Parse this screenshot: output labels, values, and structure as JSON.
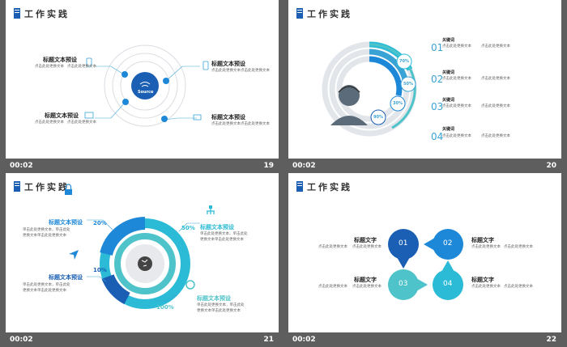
{
  "header_title": "工作实践",
  "clock": "00:02",
  "slides": [
    {
      "number": "19",
      "center_label": "Source",
      "items": [
        {
          "title": "标题文本预设",
          "desc1": "点击此处更换文本",
          "desc2": "点击此处更换文本"
        },
        {
          "title": "标题文本预设",
          "desc1": "点击此处更换文本",
          "desc2": "点击此处更换文本"
        },
        {
          "title": "标题文本预设",
          "desc1": "点击此处更换文本",
          "desc2": "点击此处更换文本"
        },
        {
          "title": "标题文本预设",
          "desc1": "点击此处更换文本",
          "desc2": "点击此处更换文本"
        }
      ]
    },
    {
      "number": "20",
      "rings": [
        "70%",
        "50%",
        "30%",
        "90%"
      ],
      "items": [
        {
          "num": "01",
          "title": "关键词",
          "desc": "点击此处更换文本",
          "desc2": "点击此处更换文本"
        },
        {
          "num": "02",
          "title": "关键词",
          "desc": "点击此处更换文本",
          "desc2": "点击此处更换文本"
        },
        {
          "num": "03",
          "title": "关键词",
          "desc": "点击此处更换文本",
          "desc2": "点击此处更换文本"
        },
        {
          "num": "04",
          "title": "关键词",
          "desc": "点击此处更换文本",
          "desc2": "点击此处更换文本"
        }
      ]
    },
    {
      "number": "21",
      "percents": [
        "20%",
        "50%",
        "10%",
        "100%"
      ],
      "items": [
        {
          "title": "标题文本预设",
          "desc1": "单击此处更换文本，单击此处",
          "desc2": "更换文本单击此处更换文本"
        },
        {
          "title": "标题文本预设",
          "desc1": "单击此处更换文本，单击此处",
          "desc2": "更换文本单击此处更换文本"
        },
        {
          "title": "标题文本预设",
          "desc1": "单击此处更换文本，单击此处",
          "desc2": "更换文本单击此处更换文本"
        },
        {
          "title": "标题文本预设",
          "desc1": "单击此处更换文本，单击此处",
          "desc2": "更换文本单击此处更换文本"
        }
      ]
    },
    {
      "number": "22",
      "nodes": [
        "01",
        "02",
        "03",
        "04"
      ],
      "items": [
        {
          "title": "标题文字",
          "desc1": "点击此处更换文本",
          "desc2": "点击此处更换文本"
        },
        {
          "title": "标题文字",
          "desc1": "点击此处更换文本",
          "desc2": "点击此处更换文本"
        },
        {
          "title": "标题文字",
          "desc1": "点击此处更换文本",
          "desc2": "点击此处更换文本"
        },
        {
          "title": "标题文字",
          "desc1": "点击此处更换文本",
          "desc2": "点击此处更换文本"
        }
      ]
    }
  ],
  "colors": {
    "blue_dark": "#1a5fb4",
    "blue": "#1e88d8",
    "cyan": "#2bbbd6",
    "teal": "#4ec3c9",
    "gray": "#5b6b7a"
  }
}
